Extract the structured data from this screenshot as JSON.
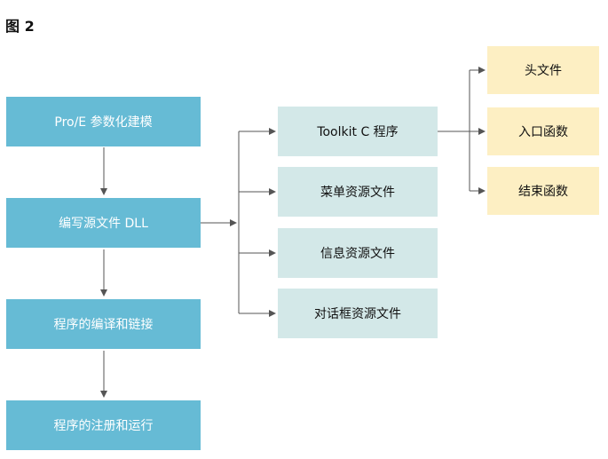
{
  "figure_label": "图 2",
  "main_steps": [
    {
      "label": "Pro/E 参数化建模"
    },
    {
      "label": "编写源文件 DLL"
    },
    {
      "label": "程序的编译和链接"
    },
    {
      "label": "程序的注册和运行"
    }
  ],
  "source_files": [
    {
      "label": "Toolkit C 程序"
    },
    {
      "label": "菜单资源文件"
    },
    {
      "label": "信息资源文件"
    },
    {
      "label": "对话框资源文件"
    }
  ],
  "program_parts": [
    {
      "label": "头文件"
    },
    {
      "label": "入口函数"
    },
    {
      "label": "结束函数"
    }
  ],
  "colors": {
    "main_box": "#66bbd5",
    "source_box": "#d3e8e8",
    "part_box": "#fdefc3",
    "connector": "#555555"
  }
}
